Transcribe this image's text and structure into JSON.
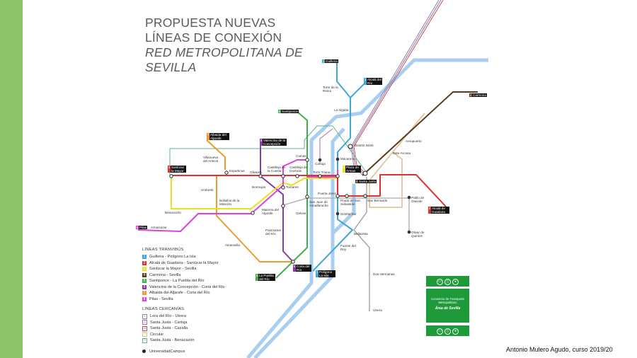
{
  "title": {
    "line1": "PROPUESTA NUEVAS",
    "line2": "LÍNEAS DE CONEXIÓN",
    "line3": "RED METROPOLITANA DE",
    "line4": "SEVILLA"
  },
  "terminals": [
    {
      "label": "Guillena",
      "num": "1",
      "color": "#3fa6d8"
    },
    {
      "label": "Alcalá del Río",
      "num": "1",
      "color": "#3fa6d8"
    },
    {
      "label": "Carmona",
      "num": "4",
      "color": "#5a3a1e"
    },
    {
      "label": "Santiponce",
      "num": "5",
      "color": "#3fb04a"
    },
    {
      "label": "Albaida del Aljarafe",
      "num": "7",
      "color": "#f09a2a"
    },
    {
      "label": "Valencina de la Concepción",
      "num": "6",
      "color": "#8a3aa0"
    },
    {
      "label": "Sanlúcar la Mayor",
      "num": "2",
      "color": "#e03030"
    },
    {
      "label": "Plaza de Armas",
      "num": "3",
      "color": "#e8e020"
    },
    {
      "label": "Santa Justa",
      "num": "4",
      "color": "#5a3a1e"
    },
    {
      "label": "Alcalá de Guadaira",
      "num": "2",
      "color": "#e03030"
    },
    {
      "label": "Pilas",
      "num": "8",
      "color": "#e040e0"
    },
    {
      "label": "Coria del Río",
      "num": "6",
      "color": "#8a3aa0"
    },
    {
      "label": "Polígono La Isla",
      "num": "1",
      "color": "#3fa6d8"
    },
    {
      "label": "La Puebla del Río",
      "num": "5",
      "color": "#3fb04a"
    }
  ],
  "stations": [
    "Torre de la Reina",
    "La Algaba",
    "Distrito Norte",
    "Cartuja",
    "Macarena",
    "Aeropuerto",
    "Este-Arcosa",
    "Camas",
    "Torre Triana",
    "Castilleja de la Cuesta",
    "Castilleja de Guzmán",
    "Olivares",
    "Espartinas",
    "Villanueva del Ariscal",
    "Umbrete",
    "Bormujos",
    "Tomares",
    "Puerta Jerez",
    "San Juan de Aznalfarache",
    "Prado de San Sebastián",
    "San Bernardo",
    "Pablo de Olavide",
    "Mairena del Aljarafe",
    "Gelves",
    "Distrito Sur",
    "Bollullos de la Mitación",
    "Benacazón",
    "Aznalcázar",
    "Palomares del Río",
    "Almensilla",
    "Bellavista",
    "Fuente del Rey",
    "Dos Hermanas",
    "Utrera",
    "Olivar de Quintos"
  ],
  "legend": {
    "tram_title": "LÍNEAS TRANVIBÚS",
    "tram": [
      {
        "num": "1",
        "label": "Guillena - Polígono La Isla",
        "color": "#3fa6d8"
      },
      {
        "num": "2",
        "label": "Alcalá de Guadaira - Sanlúcar la Mayor",
        "color": "#e03030"
      },
      {
        "num": "3",
        "label": "Sanlúcar la Mayor - Sevilla",
        "color": "#e8e020"
      },
      {
        "num": "4",
        "label": "Carmona - Sevilla",
        "color": "#5a3a1e"
      },
      {
        "num": "5",
        "label": "Santiponce - La Puebla del Río",
        "color": "#3fb04a"
      },
      {
        "num": "6",
        "label": "Valencina de la Concepción - Coria del Río",
        "color": "#8a3aa0"
      },
      {
        "num": "7",
        "label": "Albaida del Aljarafe - Coria del Río",
        "color": "#f09a2a"
      },
      {
        "num": "8",
        "label": "Pilas - Sevilla",
        "color": "#e040e0"
      }
    ],
    "rail_title": "LÍNEAS CERCANÍAS",
    "rail": [
      {
        "num": "1",
        "label": "Lora del Río - Utrera",
        "color": "#8a8aa8"
      },
      {
        "num": "2",
        "label": "Santa Justa - Cartuja",
        "color": "#a070a8"
      },
      {
        "num": "3",
        "label": "Santa Justa - Cazalla",
        "color": "#c05050"
      },
      {
        "num": "4",
        "label": "Circular",
        "color": "#e0c08a"
      },
      {
        "num": "5",
        "label": "Santa Justa - Benacazón",
        "color": "#60b090"
      }
    ],
    "campus": "UniversidadCampus"
  },
  "consortium": {
    "line1": "Consorcio de Transporte",
    "line2": "Metropolitano",
    "line3": "Área de Sevilla",
    "icons": [
      "bus-icon",
      "train-icon",
      "metro-icon"
    ]
  },
  "credit": "Antonio Mulero Agudo, curso 2019/20"
}
